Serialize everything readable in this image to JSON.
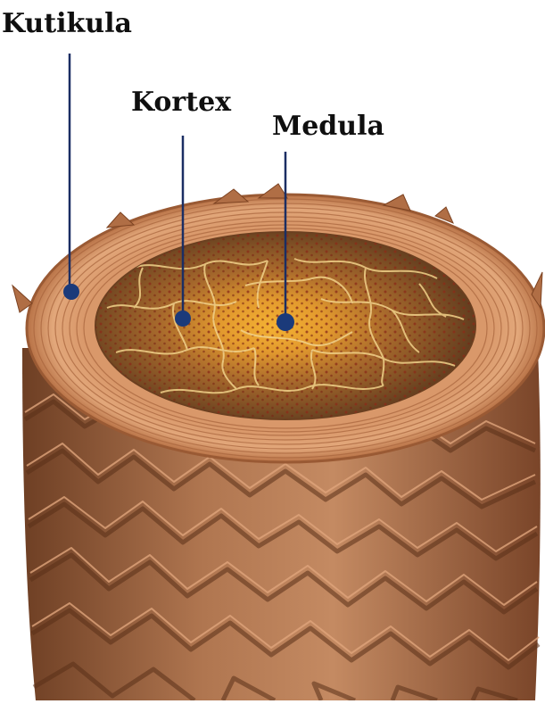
{
  "diagram": {
    "labels": {
      "cuticle": "Kutikula",
      "cortex": "Kortex",
      "medulla": "Medula"
    },
    "colors": {
      "leader_line": "#1b2e63",
      "marker": "#1b3a7a",
      "cuticle_ring": "#c98a5b",
      "cortex_fill": "#8a5a30",
      "medulla_glow": "#f5b93a",
      "scales": "#a9714c"
    }
  }
}
